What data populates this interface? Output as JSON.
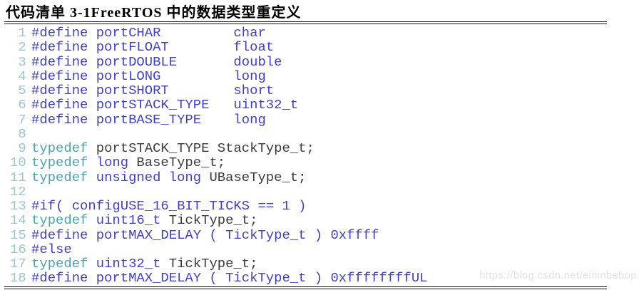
{
  "page": {
    "title": "代码清单 3-1FreeRTOS 中的数据类型重定义",
    "watermark": "https://blog.csdn.net/eininbebop"
  },
  "colors": {
    "keyword_blue": "#3f3fd0",
    "keyword_teal": "#4ba4ae",
    "identifier_dark": "#3b3b3b",
    "line_number": "#9cc6d2",
    "border": "#111111",
    "watermark": "#e2e2e3"
  },
  "code": {
    "lines": [
      {
        "n": "1",
        "segs": [
          {
            "c": "blue",
            "t": "#define portCHAR         char"
          }
        ]
      },
      {
        "n": "2",
        "segs": [
          {
            "c": "blue",
            "t": "#define portFLOAT        float"
          }
        ]
      },
      {
        "n": "3",
        "segs": [
          {
            "c": "blue",
            "t": "#define portDOUBLE       double"
          }
        ]
      },
      {
        "n": "4",
        "segs": [
          {
            "c": "blue",
            "t": "#define portLONG         long"
          }
        ]
      },
      {
        "n": "5",
        "segs": [
          {
            "c": "blue",
            "t": "#define portSHORT        short"
          }
        ]
      },
      {
        "n": "6",
        "segs": [
          {
            "c": "blue",
            "t": "#define portSTACK_TYPE   uint32_t"
          }
        ]
      },
      {
        "n": "7",
        "segs": [
          {
            "c": "blue",
            "t": "#define portBASE_TYPE    long"
          }
        ]
      },
      {
        "n": "8",
        "segs": []
      },
      {
        "n": "9",
        "segs": [
          {
            "c": "teal",
            "t": "typedef"
          },
          {
            "c": "dark",
            "t": " portSTACK_TYPE StackType_t;"
          }
        ]
      },
      {
        "n": "10",
        "segs": [
          {
            "c": "teal",
            "t": "typedef"
          },
          {
            "c": "blue",
            "t": " long"
          },
          {
            "c": "dark",
            "t": " BaseType_t;"
          }
        ]
      },
      {
        "n": "11",
        "segs": [
          {
            "c": "teal",
            "t": "typedef"
          },
          {
            "c": "blue",
            "t": " unsigned long"
          },
          {
            "c": "dark",
            "t": " UBaseType_t;"
          }
        ]
      },
      {
        "n": "12",
        "segs": []
      },
      {
        "n": "13",
        "segs": [
          {
            "c": "blue",
            "t": "#if( configUSE_16_BIT_TICKS == 1 )"
          }
        ]
      },
      {
        "n": "14",
        "segs": [
          {
            "c": "teal",
            "t": "typedef"
          },
          {
            "c": "blue",
            "t": " uint16_t"
          },
          {
            "c": "dark",
            "t": " TickType_t;"
          }
        ]
      },
      {
        "n": "15",
        "segs": [
          {
            "c": "blue",
            "t": "#define portMAX_DELAY ( TickType_t ) 0xffff"
          }
        ]
      },
      {
        "n": "16",
        "segs": [
          {
            "c": "blue",
            "t": "#else"
          }
        ]
      },
      {
        "n": "17",
        "segs": [
          {
            "c": "teal",
            "t": "typedef"
          },
          {
            "c": "blue",
            "t": " uint32_t"
          },
          {
            "c": "dark",
            "t": " TickType_t;"
          }
        ]
      },
      {
        "n": "18",
        "segs": [
          {
            "c": "blue",
            "t": "#define portMAX_DELAY ( TickType_t ) 0xffffffffUL"
          }
        ]
      }
    ]
  }
}
